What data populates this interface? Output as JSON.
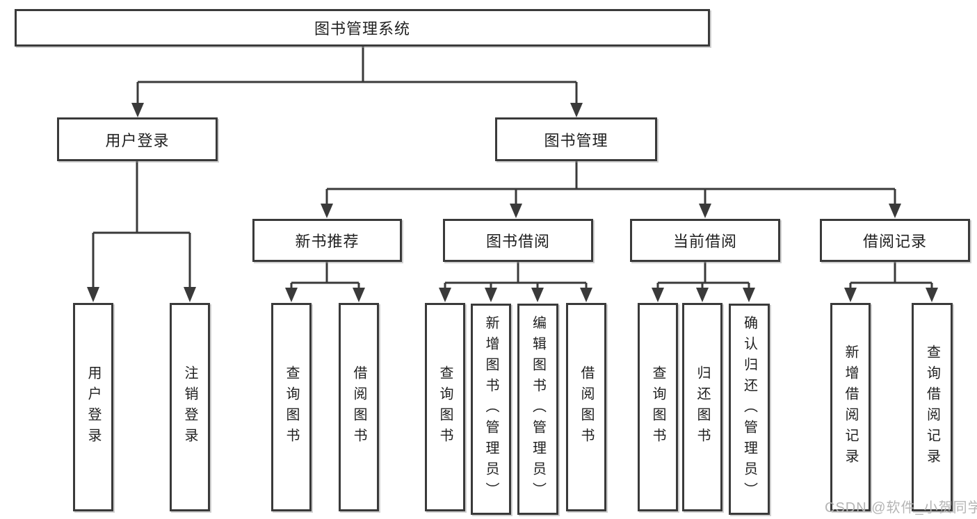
{
  "diagram": {
    "root": {
      "label": "图书管理系统"
    },
    "branches": [
      {
        "label": "用户登录",
        "children": [
          {
            "label": "用户登录"
          },
          {
            "label": "注销登录"
          }
        ]
      },
      {
        "label": "图书管理",
        "children": [
          {
            "label": "新书推荐",
            "children": [
              {
                "label": "查询图书"
              },
              {
                "label": "借阅图书"
              }
            ]
          },
          {
            "label": "图书借阅",
            "children": [
              {
                "label": "查询图书"
              },
              {
                "label": "新增图书（管理员）"
              },
              {
                "label": "编辑图书（管理员）"
              },
              {
                "label": "借阅图书"
              }
            ]
          },
          {
            "label": "当前借阅",
            "children": [
              {
                "label": "查询图书"
              },
              {
                "label": "归还图书"
              },
              {
                "label": "确认归还（管理员）"
              }
            ]
          },
          {
            "label": "借阅记录",
            "children": [
              {
                "label": "新增借阅记录"
              },
              {
                "label": "查询借阅记录"
              }
            ]
          }
        ]
      }
    ],
    "colors": {
      "line": "#3a3a3a",
      "text": "#1f1f1f",
      "watermark": "#b5b5b5",
      "background": "#ffffff"
    },
    "watermark": "CSDN @软件_小贺同学"
  }
}
